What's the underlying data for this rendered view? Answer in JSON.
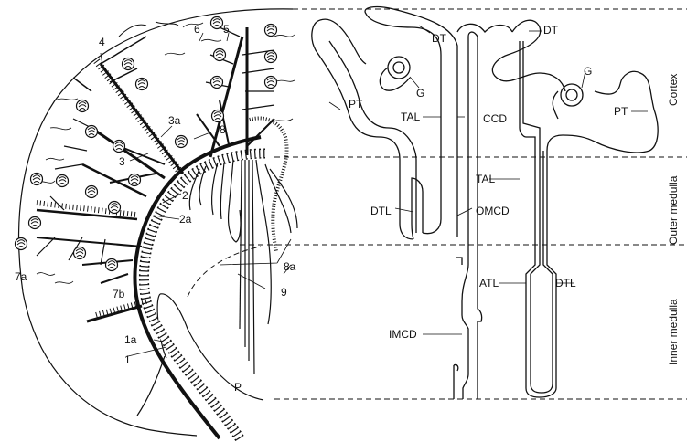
{
  "zones": {
    "cortex": "Cortex",
    "outer_medulla": "Outer medulla",
    "inner_medulla": "Inner medulla"
  },
  "vessel_labels": {
    "l1": "1",
    "l1a": "1a",
    "l2": "2",
    "l2a": "2a",
    "l3": "3",
    "l3a": "3a",
    "l4": "4",
    "l5": "5",
    "l6": "6",
    "l7a": "7a",
    "l7b": "7b",
    "l8": "8",
    "l8a": "8a",
    "l9": "9",
    "lP": "P"
  },
  "nephron_labels": {
    "dt_left": "DT",
    "dt_right": "DT",
    "g_left": "G",
    "g_right": "G",
    "pt_left": "PT",
    "pt_right": "PT",
    "tal_cortex": "TAL",
    "ccd": "CCD",
    "tal_outer": "TAL",
    "dtl_left": "DTL",
    "omcd": "OMCD",
    "atl": "ATL",
    "dtl_right": "DTL",
    "imcd": "IMCD"
  },
  "colors": {
    "ink": "#111111",
    "paper": "#ffffff"
  }
}
